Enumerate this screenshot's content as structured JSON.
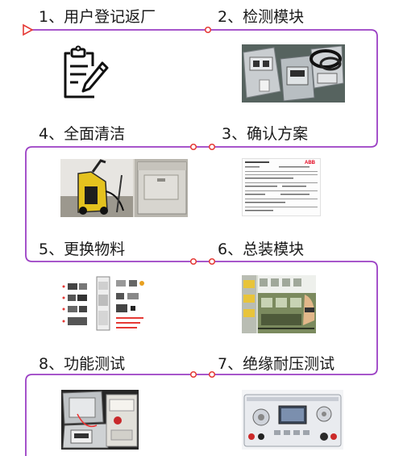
{
  "colors": {
    "accent": "#9b3fc4",
    "arrow": "#e53935",
    "text": "#1a1a1a"
  },
  "steps": [
    {
      "label": "1、用户登记返厂",
      "icon": "clipboard-pen-icon"
    },
    {
      "label": "2、检测模块",
      "image": "testing-module-case-photo"
    },
    {
      "label": "3、确认方案",
      "image": "solution-document-scan"
    },
    {
      "label": "4、全面清洁",
      "image": "pressure-washer-cleaning-photo"
    },
    {
      "label": "5、更换物料",
      "image": "parts-replacement-diagram"
    },
    {
      "label": "6、总装模块",
      "image": "module-assembly-photo"
    },
    {
      "label": "7、绝缘耐压测试",
      "image": "insulation-tester-photo"
    },
    {
      "label": "8、功能测试",
      "image": "function-test-case-photo"
    }
  ],
  "document": {
    "logo": "ABB"
  }
}
